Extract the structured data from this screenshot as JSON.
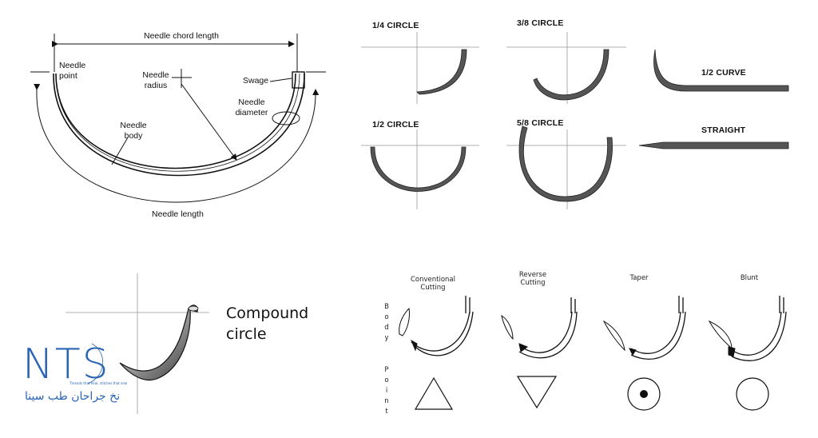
{
  "anatomy": {
    "chord_length": "Needle chord length",
    "needle_point": [
      "Needle",
      "point"
    ],
    "needle_radius": [
      "Needle",
      "radius"
    ],
    "swage": "Swage",
    "needle_diameter": [
      "Needle",
      "diameter"
    ],
    "needle_body": [
      "Needle",
      "body"
    ],
    "needle_length": "Needle length"
  },
  "shapes": {
    "quarter_circle": "1/4 CIRCLE",
    "three_eighths_circle": "3/8 CIRCLE",
    "half_curve": "1/2 CURVE",
    "half_circle": "1/2 CIRCLE",
    "five_eighths_circle": "5/8 CIRCLE",
    "straight": "STRAIGHT"
  },
  "compound": {
    "line1": "Compound",
    "line2": "circle"
  },
  "points": {
    "conventional": [
      "Conventional",
      "Cutting"
    ],
    "reverse": [
      "Reverse",
      "Cutting"
    ],
    "taper": "Taper",
    "blunt": "Blunt",
    "body_letters": [
      "B",
      "o",
      "d",
      "y"
    ],
    "point_letters": [
      "P",
      "o",
      "i",
      "n",
      "t"
    ]
  },
  "logo": {
    "text": "NTS",
    "tagline": "Threads that heal, stitches that seal",
    "persian": "نخ جراحان طب سینا",
    "color": "#2a64b5"
  }
}
